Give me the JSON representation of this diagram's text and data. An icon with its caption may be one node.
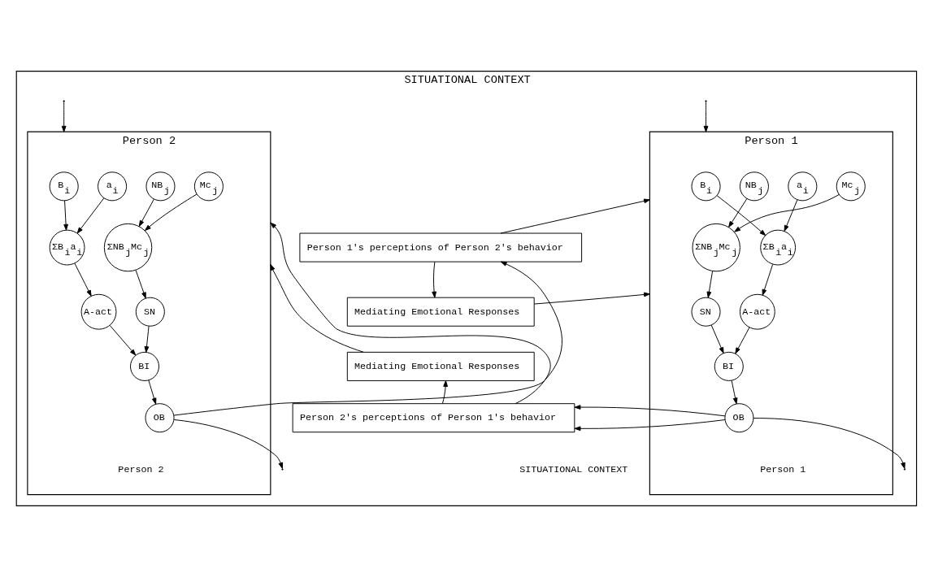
{
  "diagram": {
    "nodes": [
      {
        "text": [
          "SITUATIONAL CONTEXT",
          "SITUATIONAL CONTEXT"
        ]
      },
      {
        "text": [
          "Person 1",
          "Person 1"
        ],
        "in": 0
      },
      {
        "text": [
          "B$_{i}$"
        ],
        "in": 1
      },
      {
        "text": [
          "NB$_{j}$"
        ],
        "in": 1
      },
      {
        "text": [
          "a$_{i}$"
        ],
        "in": 1
      },
      {
        "text": [
          "Mc$_{j}$"
        ],
        "in": 1
      },
      {
        "text": [
          "ΣB$_{i}$a$_{i}$"
        ],
        "in": 1
      },
      {
        "text": [
          "ΣNB$_{j}$Mc$_{j}$"
        ],
        "in": 1
      },
      {
        "text": [
          "A-act"
        ],
        "in": 1
      },
      {
        "text": [
          "SN"
        ],
        "in": 1
      },
      {
        "text": [
          "BI"
        ],
        "in": 1
      },
      {
        "text": [
          "OB"
        ],
        "in": 1
      },
      {
        "text": [
          "Person 1's perceptions of Person 2's behavior"
        ],
        "in": 0
      },
      {
        "text": [
          "Mediating Emotional Responses"
        ],
        "in": 0
      },
      {
        "text": [
          "Mediating Emotional Responses"
        ],
        "in": 0
      },
      {
        "text": [
          "Person 2's perceptions of Person 1's behavior"
        ],
        "in": 0
      },
      {
        "text": [
          "Person 2",
          "Person 2"
        ],
        "in": 0
      },
      {
        "text": [
          "B$_{i}$"
        ],
        "in": 16
      },
      {
        "text": [
          "NB$_{j}$"
        ],
        "in": 16
      },
      {
        "text": [
          "a$_{i}$"
        ],
        "in": 16
      },
      {
        "text": [
          "Mc$_{j}$"
        ],
        "in": 16
      },
      {
        "text": [
          "ΣB$_{i}$a$_{i}$"
        ],
        "in": 16
      },
      {
        "text": [
          "ΣNB$_{j}$Mc$_{j}$"
        ],
        "in": 16
      },
      {
        "text": [
          "A-act"
        ],
        "in": 16
      },
      {
        "text": [
          "SN"
        ],
        "in": 16
      },
      {
        "text": [
          "BI"
        ],
        "in": 16
      },
      {
        "text": [
          "OB"
        ],
        "in": 16
      }
    ],
    "edges": [
      {
        "from": null,
        "to": 1,
        "arrow": "to"
      },
      {
        "from": null,
        "to": 16,
        "arrow": "to"
      },
      {
        "from": 2,
        "to": 6,
        "arrow": "to"
      },
      {
        "from": 4,
        "to": 6,
        "arrow": "to"
      },
      {
        "from": 3,
        "to": 7,
        "arrow": "to"
      },
      {
        "from": 5,
        "to": 7,
        "arrow": "to"
      },
      {
        "from": 6,
        "to": 8,
        "arrow": "to"
      },
      {
        "from": 7,
        "to": 9,
        "arrow": "to"
      },
      {
        "from": 8,
        "to": 10,
        "arrow": "to"
      },
      {
        "from": 9,
        "to": 10,
        "arrow": "to"
      },
      {
        "from": 10,
        "to": 11,
        "arrow": "to"
      },
      {
        "from": 11,
        "to": null,
        "arrow": "to"
      },
      {
        "from": 11,
        "to": 15,
        "arrow": "to"
      },
      {
        "from": 12,
        "to": 13,
        "arrow": "to"
      },
      {
        "from": 12,
        "to": 1,
        "arrow": "to"
      },
      {
        "from": 13,
        "to": 1,
        "arrow": "to"
      },
      {
        "from": 15,
        "to": 14,
        "arrow": "to"
      },
      {
        "from": 14,
        "to": 16,
        "arrow": "to"
      },
      {
        "from": 15,
        "to": 16,
        "arrow": "to"
      },
      {
        "from": 17,
        "to": 21,
        "arrow": "to"
      },
      {
        "from": 19,
        "to": 21,
        "arrow": "to"
      },
      {
        "from": 18,
        "to": 22,
        "arrow": "to"
      },
      {
        "from": 20,
        "to": 22,
        "arrow": "to"
      },
      {
        "from": 21,
        "to": 23,
        "arrow": "to"
      },
      {
        "from": 22,
        "to": 24,
        "arrow": "to"
      },
      {
        "from": 23,
        "to": 25,
        "arrow": "to"
      },
      {
        "from": 24,
        "to": 25,
        "arrow": "to"
      },
      {
        "from": 25,
        "to": 26,
        "arrow": "to"
      },
      {
        "from": 26,
        "to": 12,
        "arrow": "to"
      },
      {
        "from": 26,
        "to": null,
        "arrow": "to"
      }
    ]
  }
}
